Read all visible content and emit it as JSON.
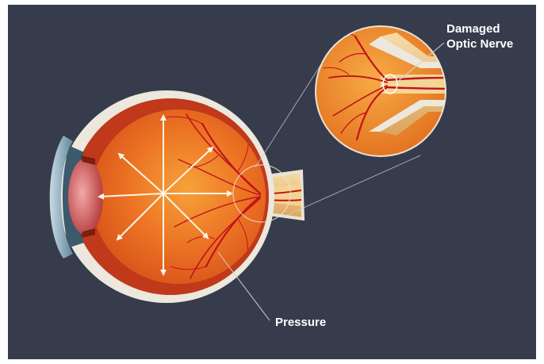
{
  "labels": {
    "damaged_line1": "Damaged",
    "damaged_line2": "Optic Nerve",
    "pressure": "Pressure"
  },
  "colors": {
    "background": "#363c4b",
    "sclera": "#ece8de",
    "choroid": "#c0391b",
    "retina": "#e8661f",
    "retina_highlight": "#f7a23a",
    "nerve": "#f0c98a",
    "vessel": "#c1121b",
    "pressure_arrow": "#fff4e6",
    "label_text": "#ffffff",
    "lens": "#e16b6b",
    "cornea": "#9fb8c7"
  },
  "icons": {
    "pressure_arrows": "radial-arrows-icon",
    "magnifier": "magnified-inset-icon"
  }
}
